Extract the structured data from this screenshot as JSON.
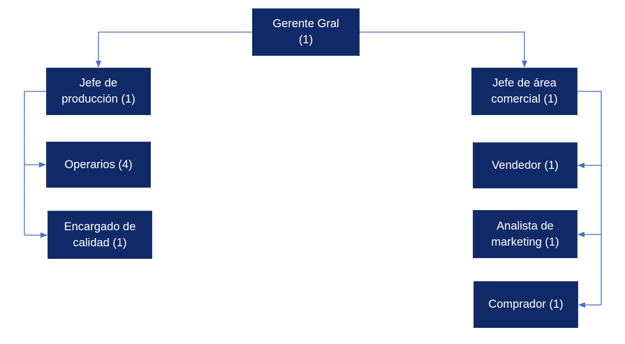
{
  "colors": {
    "node_fill": "#0f2a66",
    "node_text": "#ffffff",
    "connector": "#4472c4"
  },
  "nodes": {
    "gerente": "Gerente Gral\n(1)",
    "jefe_produccion": "Jefe de\nproducción (1)",
    "operarios": "Operarios (4)",
    "encargado_calidad": "Encargado de\ncalidad (1)",
    "jefe_comercial": "Jefe de área\ncomercial (1)",
    "vendedor": "Vendedor (1)",
    "analista_marketing": "Analista de\nmarketing (1)",
    "comprador": "Comprador (1)"
  }
}
